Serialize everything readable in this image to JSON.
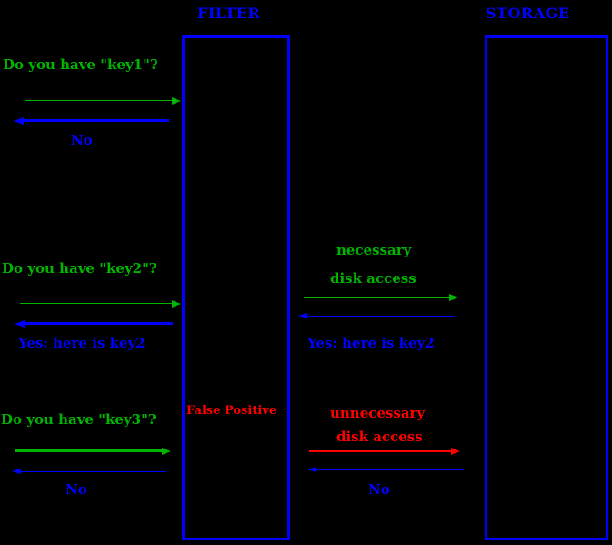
{
  "titles": {
    "filter": "FILTER",
    "storage": "STORAGE"
  },
  "filter_annotation": "False Positive",
  "client_exchanges": [
    {
      "question": "Do you have \"key1\"?",
      "answer": "No"
    },
    {
      "question": "Do you have \"key2\"?",
      "answer": "Yes: here is key2"
    },
    {
      "question": "Do you have \"key3\"?",
      "answer": "No"
    }
  ],
  "storage_exchanges": [
    {
      "label_line1": "necessary",
      "label_line2": "disk access",
      "answer": "Yes: here is key2"
    },
    {
      "label_line1": "unnecessary",
      "label_line2": "disk access",
      "answer": "No"
    }
  ],
  "colors": {
    "blue": "#0000ff",
    "green": "#00b400",
    "red": "#ff0000",
    "background": "#000000"
  }
}
